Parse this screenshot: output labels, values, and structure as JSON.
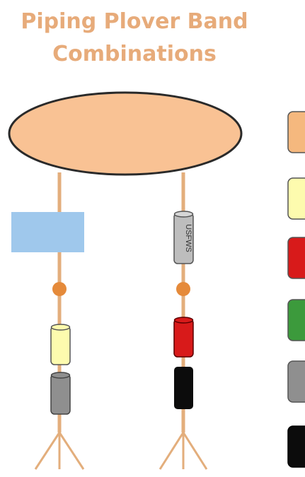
{
  "title_line1": "Piping Plover Band",
  "title_line2": "Combinations",
  "metal_band_text": "USFWS",
  "colors": {
    "body": "#f9c294",
    "leg": "#e3ae7c",
    "joint": "#e58a3a",
    "flag": "#9fc8ec",
    "orange": "#f5b87e",
    "yellow": "#fdfbae",
    "red": "#d81a1a",
    "green": "#3c9a3c",
    "gray": "#8f8f8f",
    "black": "#0c0c0c"
  },
  "legend_band_colors": [
    "orange",
    "yellow",
    "red",
    "green",
    "gray",
    "black"
  ],
  "left_leg_bands": [
    "flag",
    "yellow",
    "gray"
  ],
  "right_leg_bands": [
    "metal",
    "red",
    "black"
  ]
}
